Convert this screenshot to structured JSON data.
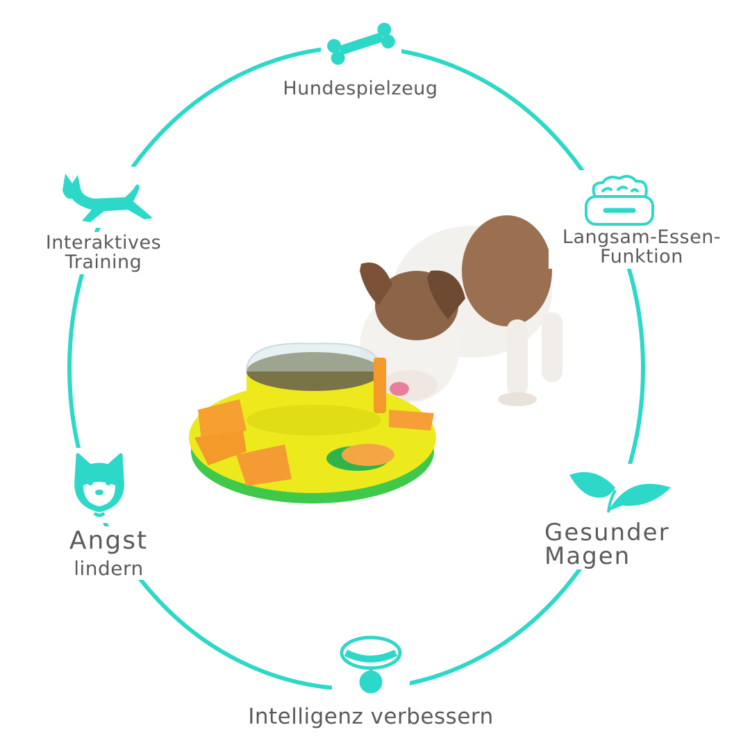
{
  "accent_color": "#2ed8c8",
  "features": {
    "top": {
      "label": "Hundespielzeug",
      "icon": "bone-icon"
    },
    "upper_right": {
      "label_line1": "Langsam-Essen-",
      "label_line2": "Funktion",
      "icon": "food-bowl-icon"
    },
    "upper_left": {
      "label_line1": "Interaktives",
      "label_line2": "Training",
      "icon": "running-dog-icon"
    },
    "lower_left": {
      "label_line1": "Angst",
      "label_line2": "lindern",
      "icon": "shiba-face-icon"
    },
    "lower_right": {
      "label_line1": "Gesunder",
      "label_line2": "Magen",
      "icon": "leaves-icon"
    },
    "bottom": {
      "label": "Intelligenz verbessern",
      "icon": "dog-collar-icon"
    }
  }
}
